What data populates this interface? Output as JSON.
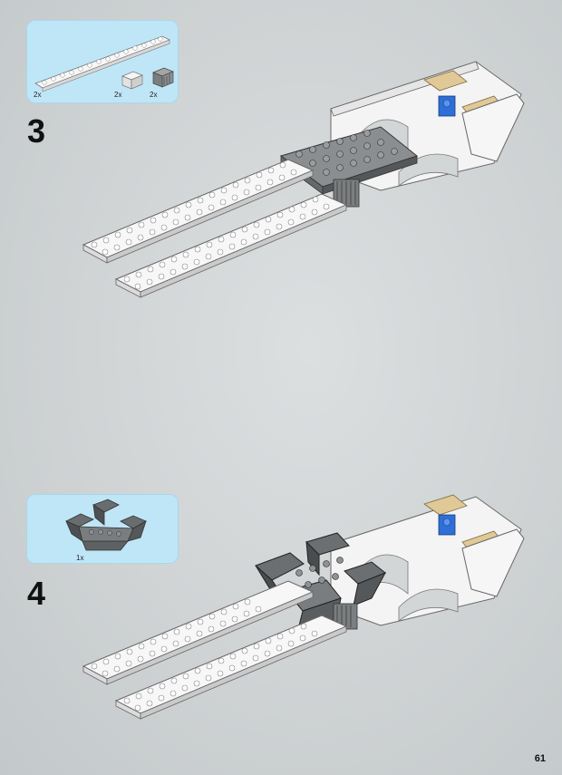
{
  "steps": [
    {
      "number": "3",
      "parts": [
        {
          "name": "plate-2x16-white",
          "qty": "2x"
        },
        {
          "name": "brick-1x2-white-slope",
          "qty": "2x"
        },
        {
          "name": "brick-1x2-grille-gray",
          "qty": "2x"
        }
      ]
    },
    {
      "number": "4",
      "parts": [
        {
          "name": "slope-inverted-dark-gray-assembly",
          "qty": "1x"
        }
      ]
    }
  ],
  "page_number": "61",
  "colors": {
    "background": "#cfd3d4",
    "parts_box": "#bfe6f7",
    "white_brick": "#f4f4f4",
    "light_gray": "#8a8c8d",
    "dark_gray": "#5b5e60",
    "tan": "#d9c190",
    "blue": "#2e6fd8"
  }
}
